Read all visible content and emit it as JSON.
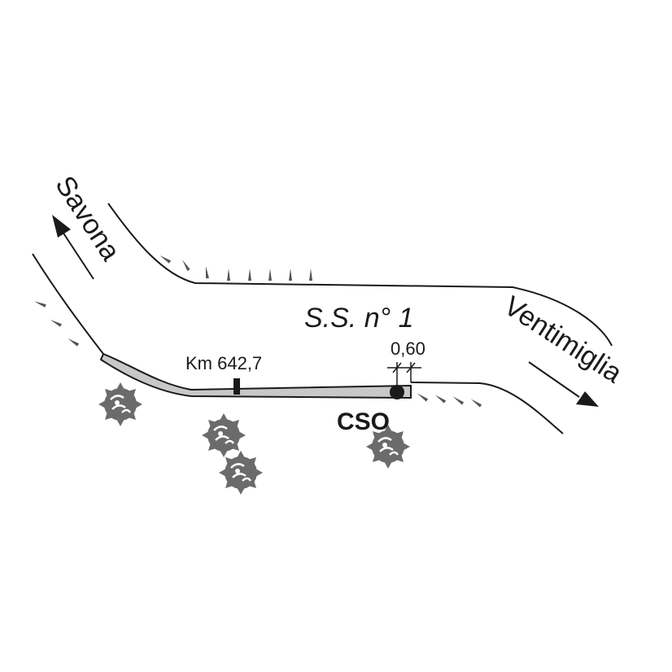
{
  "road": {
    "name": "S.S. n° 1"
  },
  "directions": {
    "west": {
      "label": "Savona"
    },
    "east": {
      "label": "Ventimiglia"
    }
  },
  "kilometer_marker": {
    "label": "Km 642,7"
  },
  "shoulder_width": {
    "label": "0,60"
  },
  "station": {
    "label": "CSO"
  },
  "colors": {
    "line": "#1a1a1a",
    "shoulder_fill": "#c8c8c8",
    "slope_marks": "#555555",
    "shrubs": "#6b6b6b",
    "station_dot": "#1a1a1a"
  },
  "icons": {
    "slope": "triangle-tick",
    "shrub": "bush-symbol",
    "station": "filled-circle",
    "direction": "arrow"
  }
}
